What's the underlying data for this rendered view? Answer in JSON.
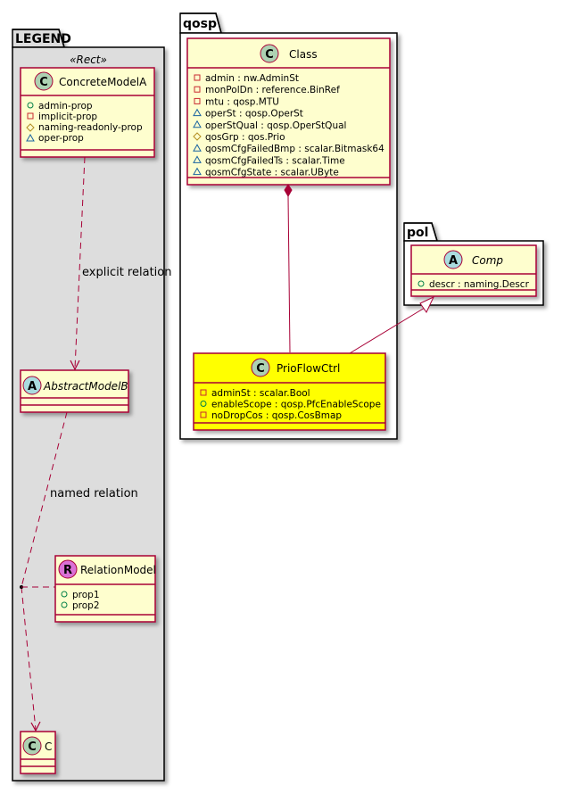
{
  "colors": {
    "class_fill": "#FEFECE",
    "highlight_fill": "#FFFF00",
    "border": "#A80036",
    "legend_bg": "#DDDDDD",
    "badge_class": "#ADD1B2",
    "badge_abstract": "#A9DCDF",
    "badge_relation": "#DA70D6",
    "vis_public": "#038048",
    "vis_private": "#C82930",
    "vis_readonly": "#B38D22",
    "vis_oper": "#1963A0"
  },
  "packages": {
    "legend": {
      "title": "LEGEND",
      "stereotype": "«Rect»",
      "concrete": {
        "badge": "C",
        "name": "ConcreteModelA",
        "attrs": [
          {
            "vis": "public",
            "text": "admin-prop"
          },
          {
            "vis": "private",
            "text": "implicit-prop"
          },
          {
            "vis": "readonly",
            "text": "naming-readonly-prop"
          },
          {
            "vis": "oper",
            "text": "oper-prop"
          }
        ]
      },
      "abstract": {
        "badge": "A",
        "name": "AbstractModelB"
      },
      "relation": {
        "badge": "R",
        "name": "RelationModel",
        "attrs": [
          {
            "vis": "public",
            "text": "prop1"
          },
          {
            "vis": "public",
            "text": "prop2"
          }
        ]
      },
      "c": {
        "badge": "C",
        "name": "C"
      },
      "explicit_label": "explicit relation",
      "named_label": "named relation"
    },
    "qosp": {
      "title": "qosp",
      "class": {
        "badge": "C",
        "name": "Class",
        "attrs": [
          {
            "vis": "private",
            "text": "admin : nw.AdminSt"
          },
          {
            "vis": "private",
            "text": "monPolDn : reference.BinRef"
          },
          {
            "vis": "private",
            "text": "mtu : qosp.MTU"
          },
          {
            "vis": "oper",
            "text": "operSt : qosp.OperSt"
          },
          {
            "vis": "oper",
            "text": "operStQual : qosp.OperStQual"
          },
          {
            "vis": "readonly",
            "text": "qosGrp : qos.Prio"
          },
          {
            "vis": "oper",
            "text": "qosmCfgFailedBmp : scalar.Bitmask64"
          },
          {
            "vis": "oper",
            "text": "qosmCfgFailedTs : scalar.Time"
          },
          {
            "vis": "oper",
            "text": "qosmCfgState : scalar.UByte"
          }
        ]
      },
      "prio": {
        "badge": "C",
        "name": "PrioFlowCtrl",
        "attrs": [
          {
            "vis": "private",
            "text": "adminSt : scalar.Bool"
          },
          {
            "vis": "public",
            "text": "enableScope : qosp.PfcEnableScope"
          },
          {
            "vis": "private",
            "text": "noDropCos : qosp.CosBmap"
          }
        ]
      }
    },
    "pol": {
      "title": "pol",
      "comp": {
        "badge": "A",
        "name": "Comp",
        "attrs": [
          {
            "vis": "public",
            "text": "descr : naming.Descr"
          }
        ]
      }
    }
  }
}
